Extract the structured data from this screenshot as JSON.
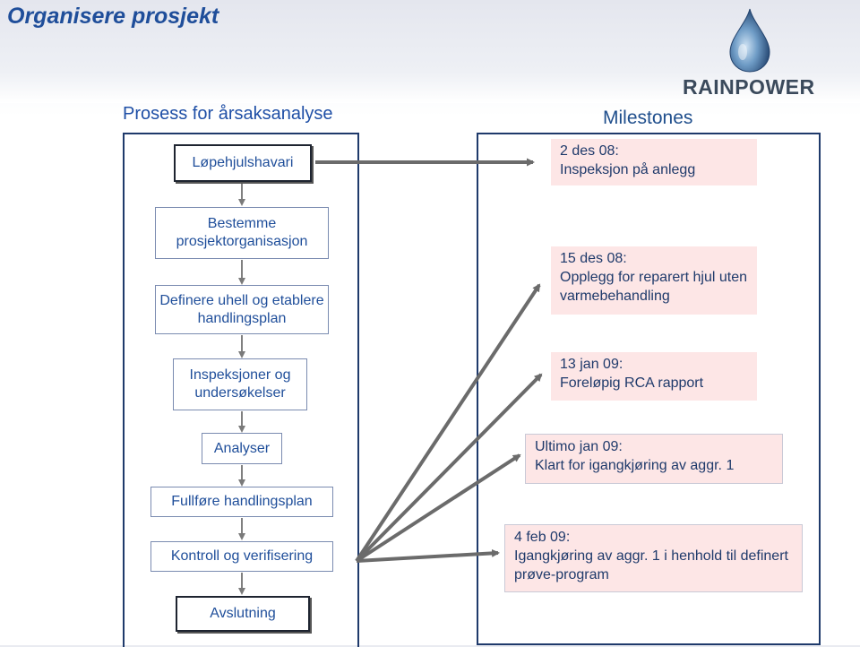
{
  "header": {
    "title": "Organisere prosjekt",
    "logo_text": "RAINPOWER"
  },
  "left_panel": {
    "heading": "Prosess for årsaksanalyse",
    "steps": [
      "Løpehjulshavari",
      "Bestemme prosjektorganisasjon",
      "Definere uhell og etablere handlingsplan",
      "Inspeksjoner og undersøkelser",
      "Analyser",
      "Fullføre handlingsplan",
      "Kontroll og verifisering",
      "Avslutning"
    ]
  },
  "right_panel": {
    "heading": "Milestones",
    "milestones": [
      {
        "date": "2 des 08:",
        "text": "Inspeksjon på anlegg"
      },
      {
        "date": "15 des 08:",
        "text": "Opplegg for reparert hjul uten varmebehandling"
      },
      {
        "date": "13 jan 09:",
        "text": "Foreløpig RCA rapport"
      },
      {
        "date": "Ultimo jan 09:",
        "text": "Klart for igangkjøring av aggr. 1"
      },
      {
        "date": "4 feb 09:",
        "text": "Igangkjøring av aggr. 1 i henhold til definert prøve-program"
      }
    ]
  },
  "colors": {
    "accent": "#1f4e9a",
    "panel_border": "#1f3a6b",
    "milestone_bg": "#fde6e6",
    "arrow": "#6b6b6b"
  }
}
